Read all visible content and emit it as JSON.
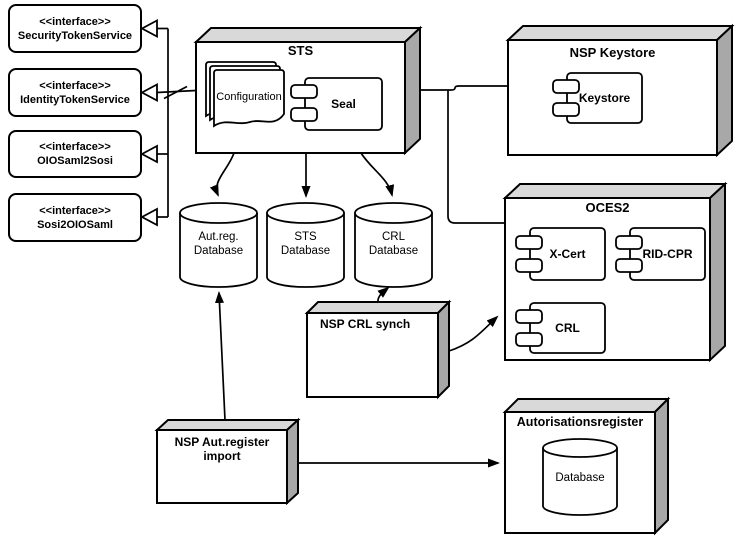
{
  "interfaces": [
    {
      "stereotype": "<<interface>>",
      "name": "SecurityTokenService"
    },
    {
      "stereotype": "<<interface>>",
      "name": "IdentityTokenService"
    },
    {
      "stereotype": "<<interface>>",
      "name": "OIOSaml2Sosi"
    },
    {
      "stereotype": "<<interface>>",
      "name": "Sosi2OIOSaml"
    }
  ],
  "nodes": {
    "sts": {
      "title": "STS",
      "artifact_label": "Configuration",
      "component_label": "Seal"
    },
    "keystore": {
      "title": "NSP Keystore",
      "component_label": "Keystore"
    },
    "oces2": {
      "title": "OCES2",
      "component_xcert": "X-Cert",
      "component_ridcpr": "RID-CPR",
      "component_crl": "CRL"
    },
    "crl_synch": {
      "title": "NSP CRL synch"
    },
    "aut_import": {
      "title_line1": "NSP Aut.register",
      "title_line2": "import"
    },
    "aut_register": {
      "title": "Autorisationsregister",
      "database_label": "Database"
    }
  },
  "databases": [
    {
      "line1": "Aut.reg.",
      "line2": "Database"
    },
    {
      "line1": "STS",
      "line2": "Database"
    },
    {
      "line1": "CRL",
      "line2": "Database"
    }
  ],
  "colors": {
    "background": "#ffffff",
    "node_top": "#d9d9d9",
    "node_side": "#a8a8a8",
    "stroke": "#000000"
  }
}
